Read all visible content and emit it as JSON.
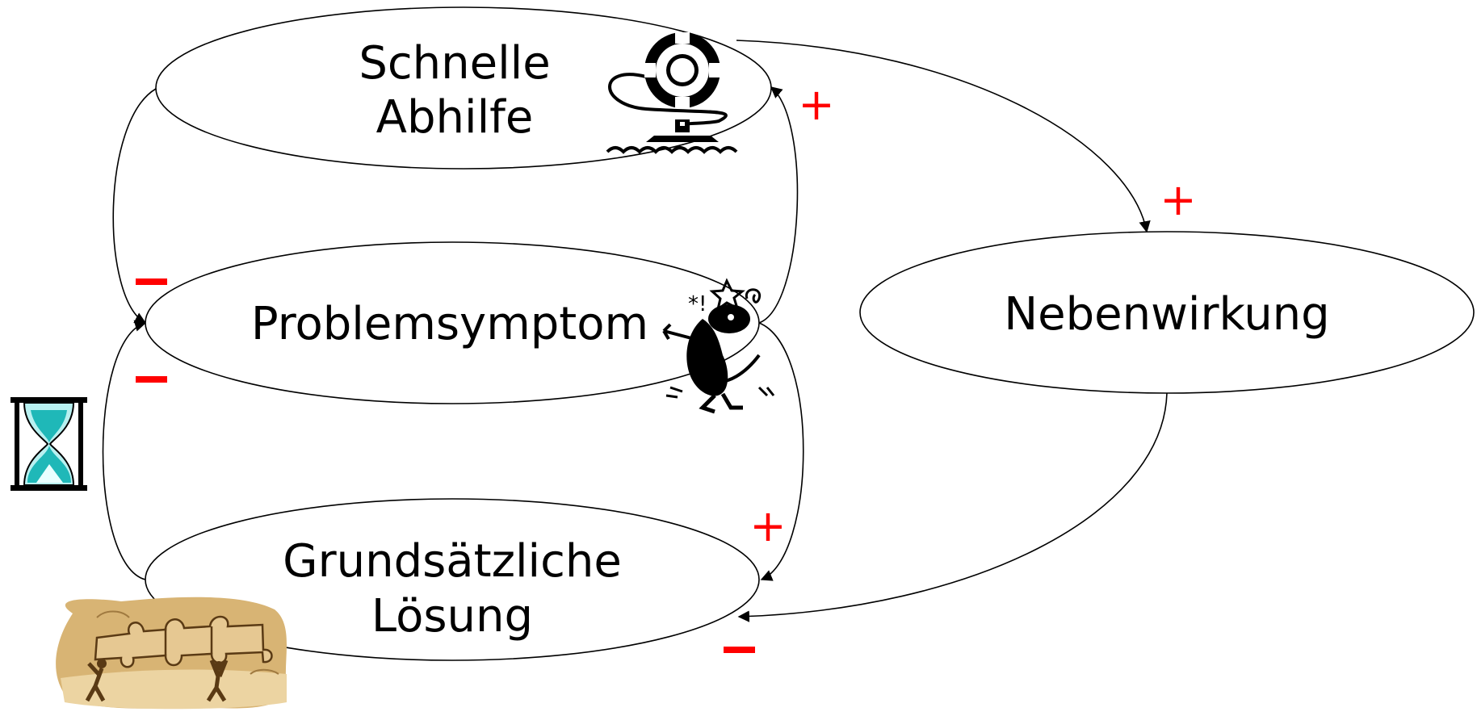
{
  "nodes": {
    "schnelle": {
      "line1": "Schnelle",
      "line2": "Abhilfe"
    },
    "problem": {
      "label": "Problemsymptom"
    },
    "grund": {
      "line1": "Grundsätzliche",
      "line2": "Lösung"
    },
    "neben": {
      "label": "Nebenwirkung"
    }
  },
  "signs": {
    "plus": "+",
    "minus": "–"
  },
  "colors": {
    "sign": "#ff0000",
    "stroke": "#000000",
    "hourglass_sand": "#1fb8b8",
    "puzzle_bg": "#d8b474"
  },
  "icons": [
    "life-buoy-icon",
    "frustrated-person-icon",
    "hourglass-icon",
    "puzzle-teamwork-icon"
  ]
}
